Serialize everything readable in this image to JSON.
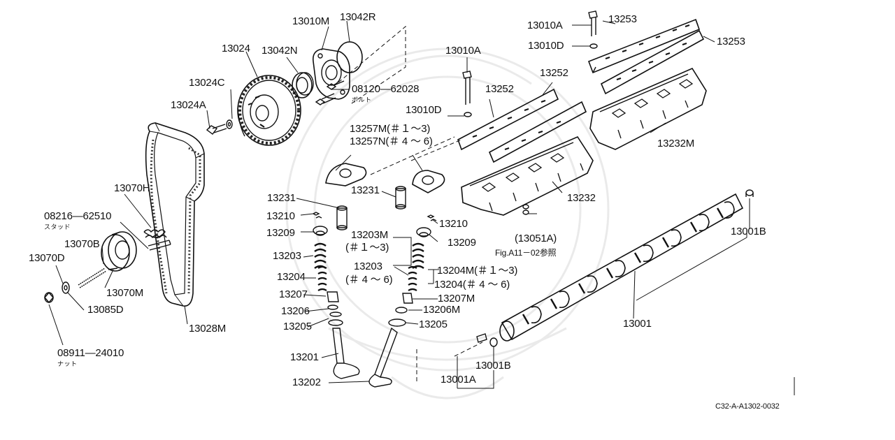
{
  "diagram": {
    "part_labels": {
      "p13010M": "13010M",
      "p13042R": "13042R",
      "p13024": "13024",
      "p13042N": "13042N",
      "p13024C": "13024C",
      "p08120": "08120—62028",
      "p08120_sub": "ボルト",
      "p13024A": "13024A",
      "p13010A_mid": "13010A",
      "p13010A_top": "13010A",
      "p13253_a": "13253",
      "p13253_b": "13253",
      "p13010D_top": "13010D",
      "p13252_a": "13252",
      "p13252_b": "13252",
      "p13010D_mid": "13010D",
      "p13257M": "13257M(＃１～3)",
      "p13257N": "13257N(＃ 4 ～ 6)",
      "p13232M": "13232M",
      "p13070H": "13070H",
      "p13231_a": "13231",
      "p13231_b": "13231",
      "p13232": "13232",
      "p08216": "08216—62510",
      "p08216_sub": "スタッド",
      "p13210_a": "13210",
      "p13210_b": "13210",
      "p13070B": "13070B",
      "p13209_a": "13209",
      "p13209_b": "13209",
      "p13203M": "13203M",
      "p13203M_range": "(＃１～3)",
      "p13051A": "(13051A)",
      "p13051A_ref": "Fig.A11－02参照",
      "p13001B_right": "13001B",
      "p13070D": "13070D",
      "p13203_a": "13203",
      "p13203_b": "13203",
      "p13204_a": "13204",
      "p13204_range": "(＃ 4 ～ 6)",
      "p13204M": "13204M(＃１～3)",
      "p13204": "13204(＃ 4 ～ 6)",
      "p13070M": "13070M",
      "p13085D": "13085D",
      "p13207_a": "13207",
      "p13207M": "13207M",
      "p13206": "13206",
      "p13206M": "13206M",
      "p13205_a": "13205",
      "p13205_b": "13205",
      "p13001": "13001",
      "p13028M": "13028M",
      "p08911": "08911—24010",
      "p08911_sub": "ナット",
      "p13201": "13201",
      "p13001B_bottom": "13001B",
      "p13001A": "13001A",
      "p13202": "13202",
      "figure_code": "C32-A-A1302-0032"
    }
  }
}
